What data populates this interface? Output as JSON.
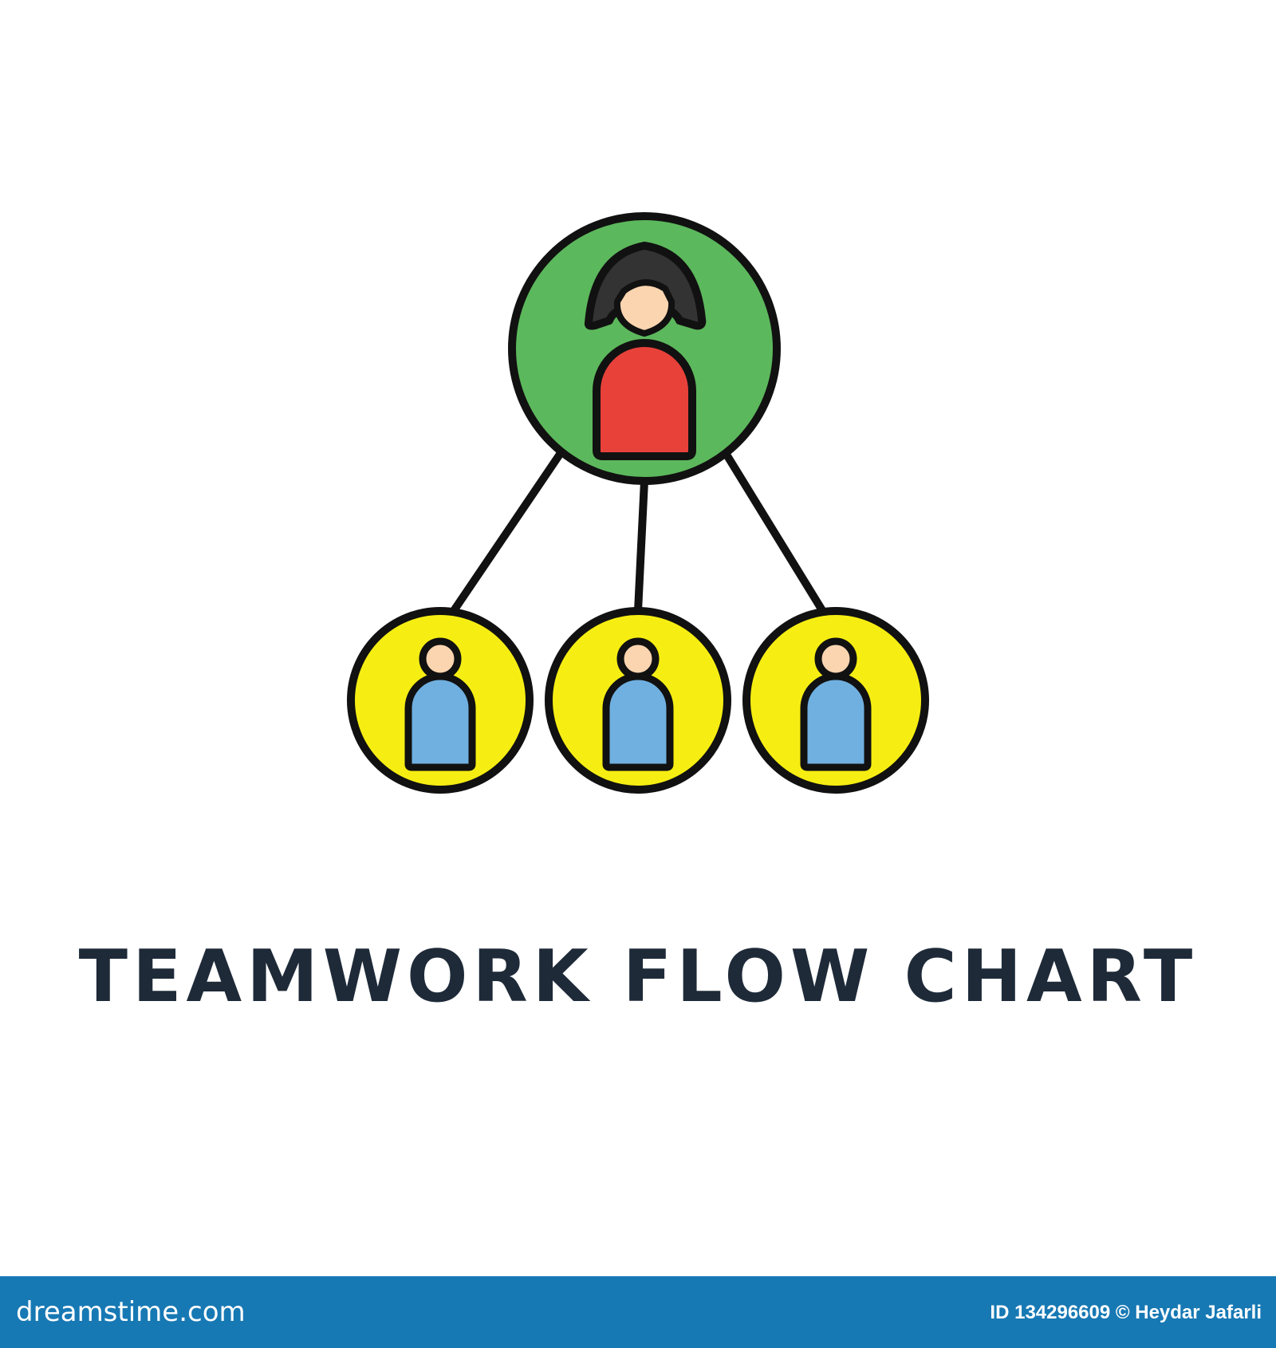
{
  "diagram": {
    "colors": {
      "outline": "#111111",
      "leader_circle": "#5cb85c",
      "leader_body": "#e8413a",
      "leader_hair": "#333333",
      "skin": "#fbd5b0",
      "member_circle": "#f6ee12",
      "member_body": "#6fb0e0",
      "background": "#ffffff"
    },
    "leader": {
      "icon": "woman-user-icon"
    },
    "members": [
      {
        "icon": "user-icon"
      },
      {
        "icon": "user-icon"
      },
      {
        "icon": "user-icon"
      }
    ]
  },
  "title": {
    "text": "TEAMWORK FLOW CHART",
    "color": "#1e2a38"
  },
  "footer": {
    "brand": "dreamstime.com",
    "credit": "ID 134296609 © Heydar Jafarli",
    "background": "#1779b4"
  }
}
